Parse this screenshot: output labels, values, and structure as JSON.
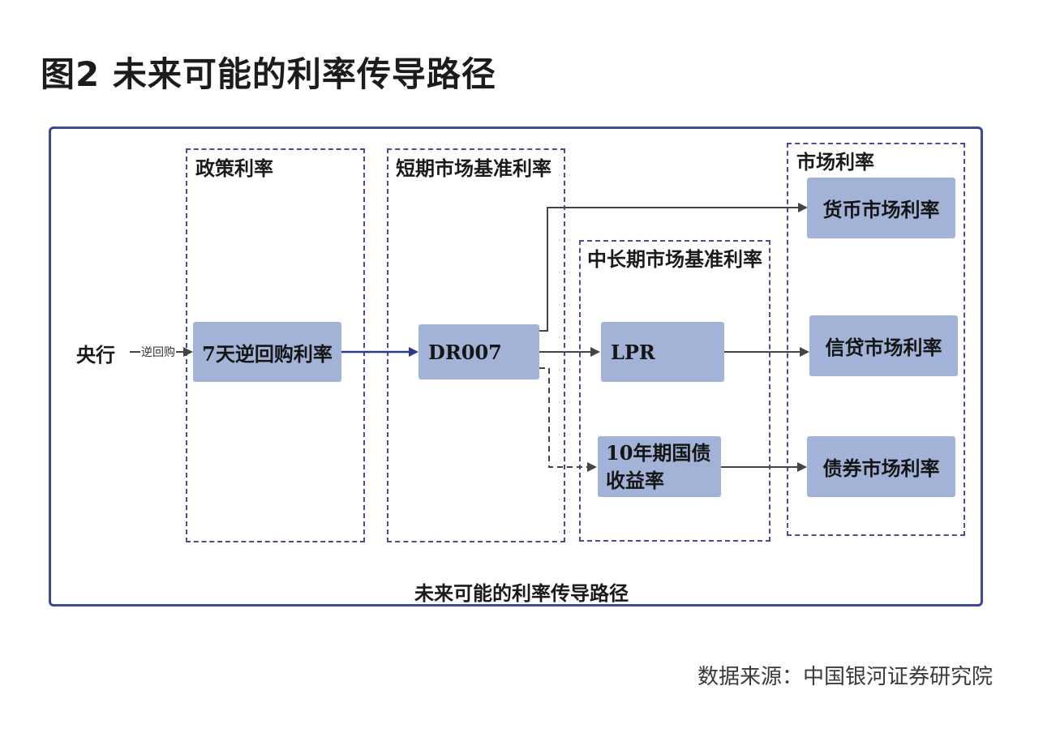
{
  "figure_title": "图2  未来可能的利率传导路径",
  "groups": {
    "policy": "政策利率",
    "short_term": "短期市场基准利率",
    "mid_long": "中长期市场基准利率",
    "market": "市场利率"
  },
  "nodes": {
    "central_bank": "央行",
    "reverse_repo_label": "逆回购",
    "reverse_repo_7d": "7天逆回购利率",
    "dr007": "DR007",
    "lpr": "LPR",
    "bond10y_line1": "10年期国债",
    "bond10y_line2": "收益率",
    "money_market": "货币市场利率",
    "credit_market": "信贷市场利率",
    "bond_market": "债券市场利率"
  },
  "caption": "未来可能的利率传导路径",
  "source": "数据来源：中国银河证券研究院",
  "colors": {
    "frame": "#3b4a9a",
    "dashed_border": "#4a4c95",
    "node_fill": "#a3b2d7",
    "blue_arrow": "#2d3a8c",
    "gray_arrow": "#444444"
  }
}
